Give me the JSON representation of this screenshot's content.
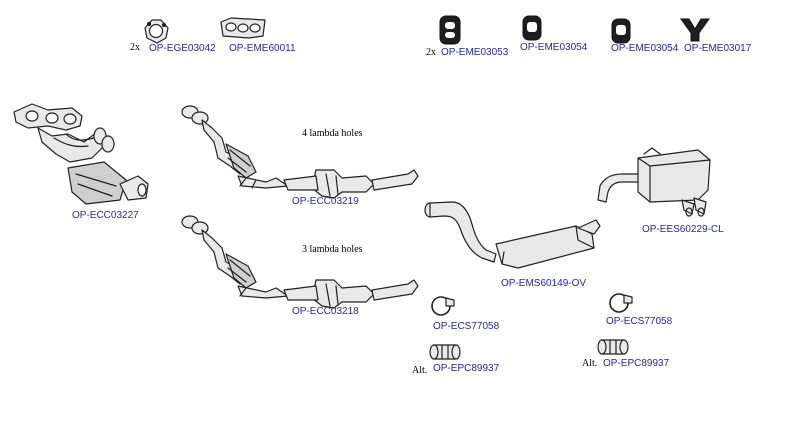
{
  "parts": {
    "ege03042": {
      "code": "OP-EGE03042",
      "qty": "2x"
    },
    "eme60011": {
      "code": "OP-EME60011"
    },
    "eme03053": {
      "code": "OP-EME03053",
      "qty": "2x"
    },
    "eme03054a": {
      "code": "OP-EME03054"
    },
    "eme03054b": {
      "code": "OP-EME03054"
    },
    "eme03017": {
      "code": "OP-EME03017"
    },
    "ecc03227": {
      "code": "OP-ECC03227"
    },
    "ecc03219": {
      "code": "OP-ECC03219",
      "note": "4 lambda holes"
    },
    "ecc03218": {
      "code": "OP-ECC03218",
      "note": "3 lambda holes"
    },
    "ems60149": {
      "code": "OP-EMS60149-OV"
    },
    "ees60229": {
      "code": "OP-EES60229-CL"
    },
    "ecs77058a": {
      "code": "OP-ECS77058"
    },
    "ecs77058b": {
      "code": "OP-ECS77058"
    },
    "epc89937a": {
      "code": "OP-EPC89937",
      "note": "Alt."
    },
    "epc89937b": {
      "code": "OP-EPC89937",
      "note": "Alt."
    }
  },
  "colors": {
    "code_link": "#1f2aa3",
    "line": "#222222",
    "fill": "#e9e9e9"
  }
}
